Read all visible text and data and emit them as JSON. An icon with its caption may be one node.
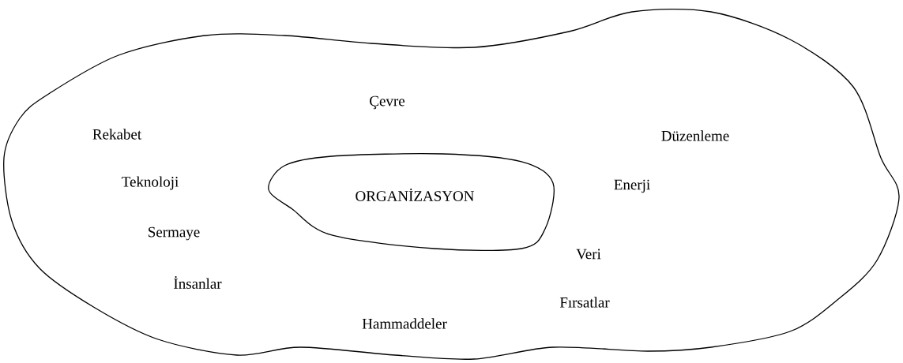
{
  "diagram": {
    "nodes": [
      {
        "text": [
          "Çevre"
        ]
      },
      {
        "text": [
          "ORGANİZASYON"
        ],
        "in": 0
      }
    ],
    "labels": [
      "Rekabet",
      "Düzenleme",
      "Teknoloji",
      "Enerji",
      "Sermaye",
      "Veri",
      "İnsanlar",
      "Fırsatlar",
      "Hammaddeler"
    ]
  }
}
